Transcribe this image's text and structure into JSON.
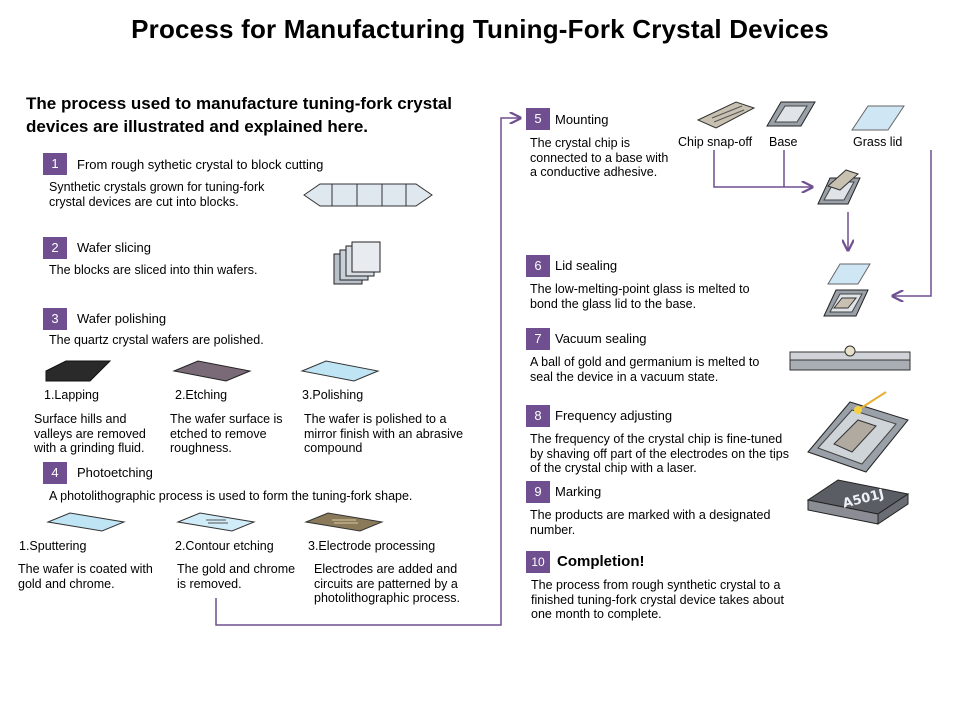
{
  "title": "Process for Manufacturing Tuning-Fork Crystal Devices",
  "intro": "The process used to manufacture tuning-fork crystal devices are illustrated and explained here.",
  "steps": [
    {
      "num": "1",
      "title": "From rough sythetic crystal to block cutting",
      "text": "Synthetic crystals grown for tuning-fork crystal devices are cut into blocks."
    },
    {
      "num": "2",
      "title": "Wafer slicing",
      "text": "The blocks are sliced into thin wafers."
    },
    {
      "num": "3",
      "title": "Wafer polishing",
      "text": "The quartz crystal wafers are polished."
    },
    {
      "num": "4",
      "title": "Photoetching",
      "text": "A photolithographic process is used to form the tuning-fork shape."
    },
    {
      "num": "5",
      "title": "Mounting",
      "text": "The crystal chip is connected to a base with a conductive adhesive."
    },
    {
      "num": "6",
      "title": "Lid sealing",
      "text": "The low-melting-point glass is melted to bond the glass lid to the base."
    },
    {
      "num": "7",
      "title": "Vacuum sealing",
      "text": "A ball of gold and germanium is melted to seal the device in a vacuum state."
    },
    {
      "num": "8",
      "title": "Frequency adjusting",
      "text": "The frequency of the crystal chip is fine-tuned by shaving off part of the electrodes on the tips of the crystal chip with a laser."
    },
    {
      "num": "9",
      "title": "Marking",
      "text": "The products are marked with a designated number."
    },
    {
      "num": "10",
      "title": "Completion!",
      "text": "The process from rough synthetic crystal to a finished tuning-fork crystal device takes about one month to complete."
    }
  ],
  "polishing_substeps": [
    {
      "label": "1.Lapping",
      "text": "Surface hills and valleys are removed with a grinding fluid."
    },
    {
      "label": "2.Etching",
      "text": "The wafer surface is etched to remove roughness."
    },
    {
      "label": "3.Polishing",
      "text": "The wafer is polished to a mirror finish with an abrasive compound"
    }
  ],
  "photoetching_substeps": [
    {
      "label": "1.Sputtering",
      "text": "The wafer is coated with gold and chrome."
    },
    {
      "label": "2.Contour etching",
      "text": "The gold and chrome is removed."
    },
    {
      "label": "3.Electrode processing",
      "text": "Electrodes are added and circuits are patterned by a photolithographic process."
    }
  ],
  "mounting_labels": {
    "chip": "Chip snap-off",
    "base": "Base",
    "lid": "Grass lid"
  },
  "marking_text": "A501J",
  "colors": {
    "badge": "#6f4f8f",
    "flow": "#6f4f8f"
  }
}
